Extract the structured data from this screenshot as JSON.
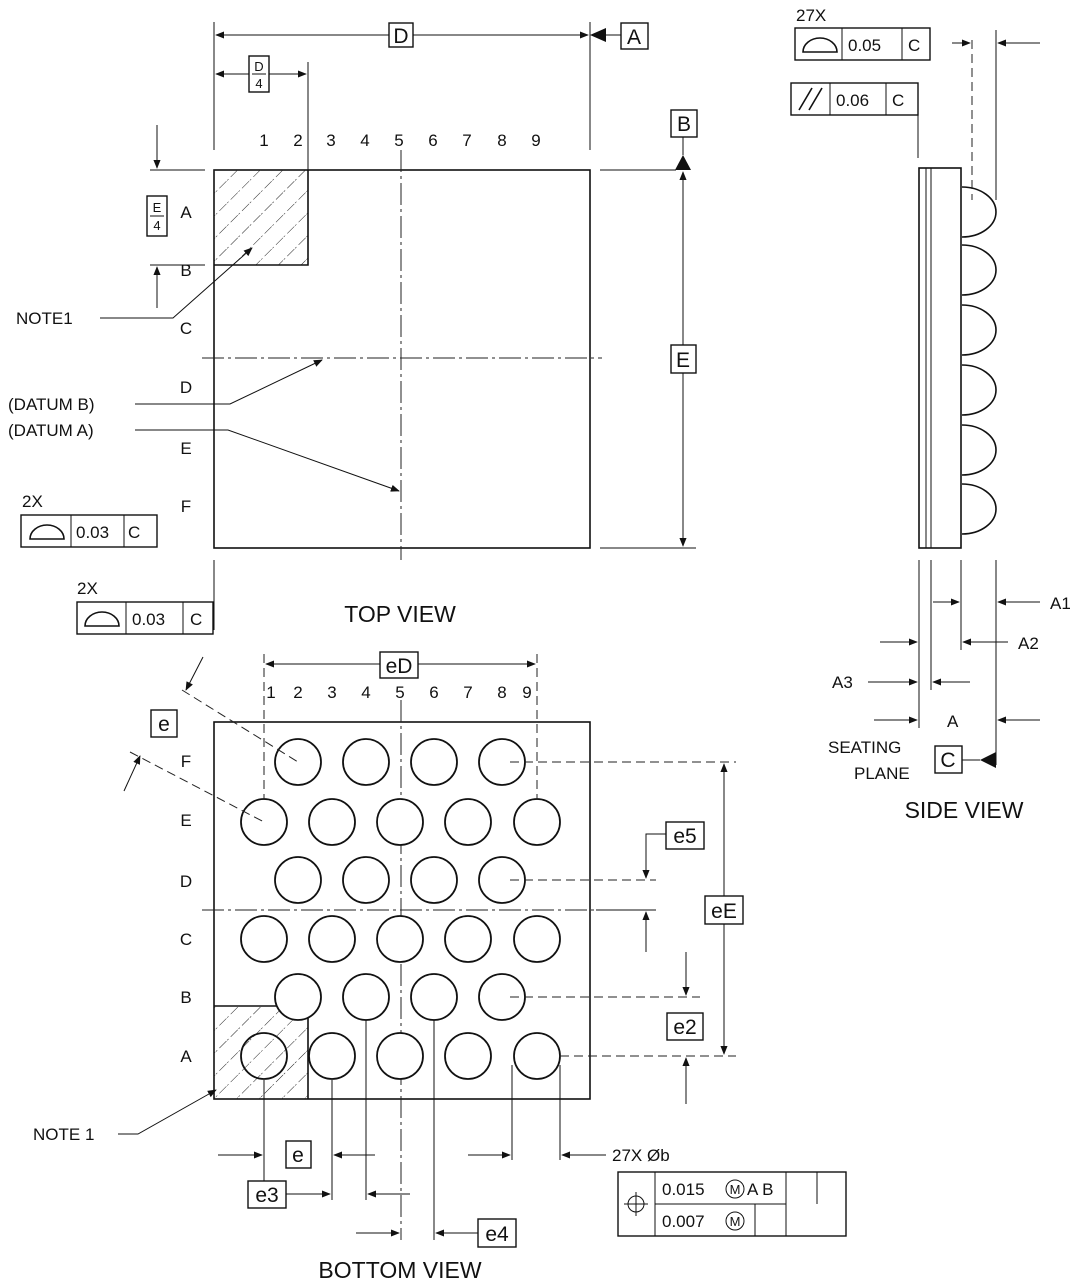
{
  "views": {
    "top": "TOP VIEW",
    "bottom": "BOTTOM VIEW",
    "side": "SIDE VIEW"
  },
  "dimensions": {
    "D": "D",
    "D4_num": "D",
    "D4_den": "4",
    "E": "E",
    "E4_num": "E",
    "E4_den": "4",
    "eD": "eD",
    "eE": "eE",
    "e": "e",
    "e2": "e2",
    "e3": "e3",
    "e4": "e4",
    "e5": "e5",
    "A": "A",
    "A1": "A1",
    "A2": "A2",
    "A3": "A3",
    "ball_dia": "27X Øb"
  },
  "datums": {
    "A": "A",
    "B": "B",
    "C": "C"
  },
  "columns": [
    "1",
    "2",
    "3",
    "4",
    "5",
    "6",
    "7",
    "8",
    "9"
  ],
  "rows_top": [
    "A",
    "B",
    "C",
    "D",
    "E",
    "F"
  ],
  "rows_bottom": [
    "F",
    "E",
    "D",
    "C",
    "B",
    "A"
  ],
  "callouts": {
    "note1_top": "NOTE1",
    "note1_bottom": "NOTE 1",
    "datum_b": "(DATUM B)",
    "datum_a": "(DATUM A)",
    "seating_1": "SEATING",
    "seating_2": "PLANE"
  },
  "tolerances": {
    "coplanarity_count": "27X",
    "coplanarity_value": "0.05",
    "coplanarity_datum": "C",
    "parallelism_value": "0.06",
    "parallelism_datum": "C",
    "profile1_count": "2X",
    "profile1_value": "0.03",
    "profile1_datum": "C",
    "profile2_count": "2X",
    "profile2_value": "0.03",
    "profile2_datum": "C",
    "position_value1": "0.015",
    "position_mod": "M",
    "position_datums": "A B",
    "position_value2": "0.007"
  }
}
